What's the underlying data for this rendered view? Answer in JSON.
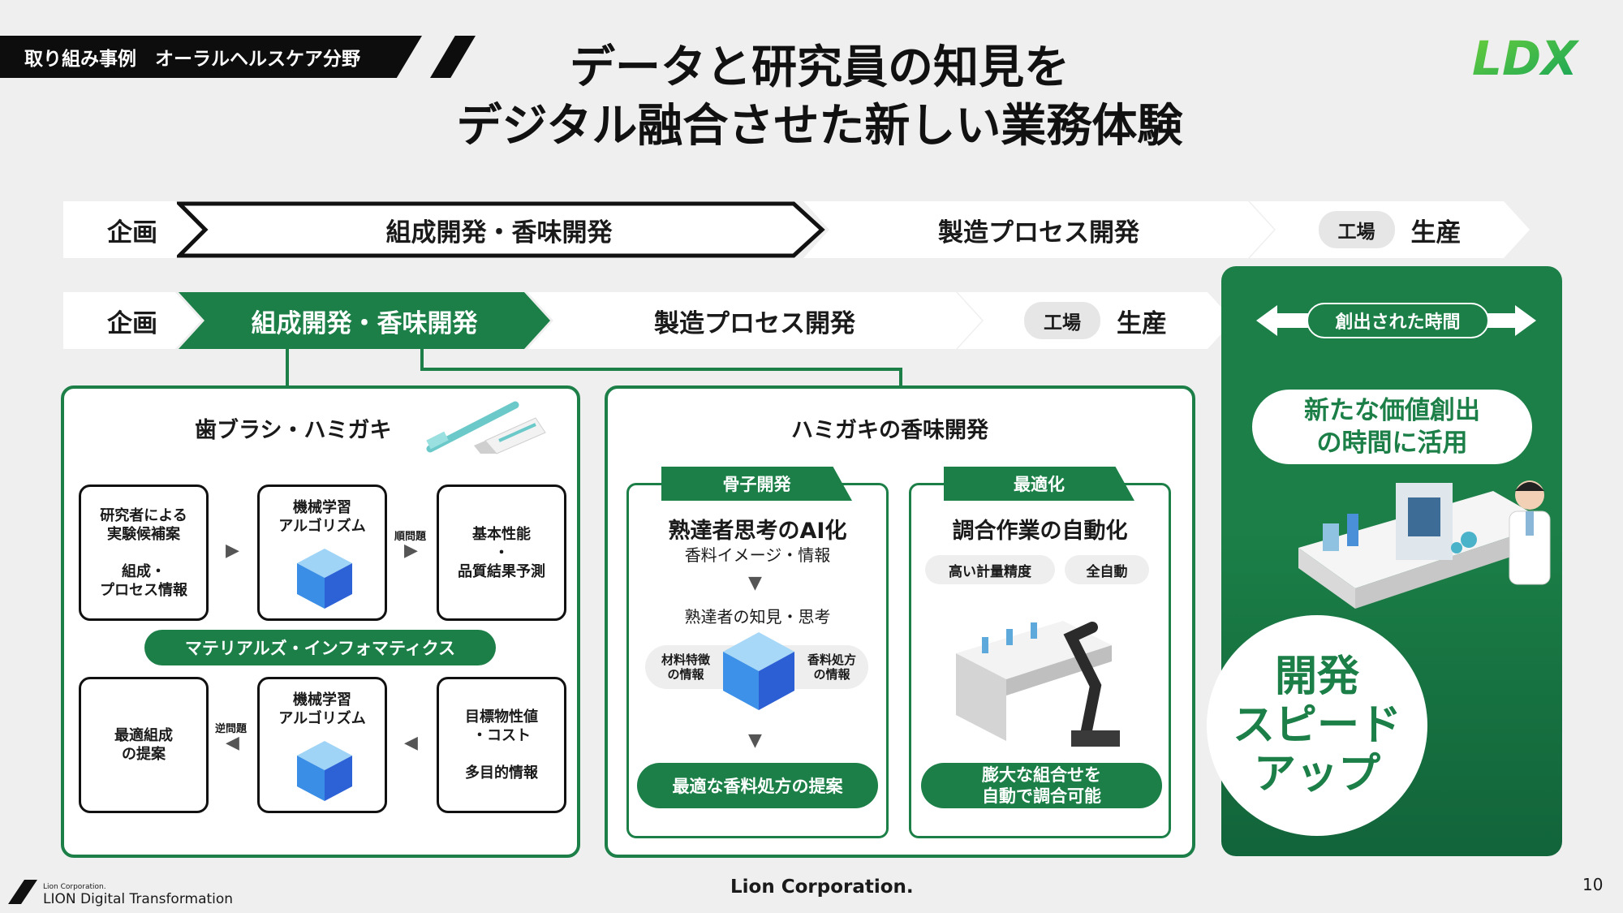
{
  "header": {
    "tag": "取り組み事例　オーラルヘルスケア分野",
    "title_line1": "データと研究員の知見を",
    "title_line2": "デジタル融合させた新しい業務体験",
    "logo": "LDX"
  },
  "flow_old": {
    "plan": "企画",
    "composition": "組成開発・香味開発",
    "process": "製造プロセス開発",
    "factory": "工場",
    "production": "生産"
  },
  "flow_new": {
    "plan": "企画",
    "composition": "組成開発・香味開発",
    "process": "製造プロセス開発",
    "factory": "工場",
    "production": "生産",
    "time_created": "創出された時間"
  },
  "left_panel": {
    "title": "歯ブラシ・ハミガキ",
    "box_researcher": "研究者による\n実験候補案\n\n組成・\nプロセス情報",
    "box_ml_top": "機械学習\nアルゴリズム",
    "forward_label": "順問題",
    "box_performance": "基本性能\n・\n品質結果予測",
    "materials_informatics": "マテリアルズ・インフォマティクス",
    "box_optimal": "最適組成\nの提案",
    "inverse_label": "逆問題",
    "box_ml_bottom": "機械学習\nアルゴリズム",
    "box_target": "目標物性値\n・コスト\n\n多目的情報"
  },
  "middle_panel": {
    "title": "ハミガキの香味開発",
    "skeleton": {
      "tag": "骨子開発",
      "heading": "熟達者思考のAI化",
      "sub": "香料イメージ・情報",
      "knowledge": "熟達者の知見・思考",
      "material_info": "材料特徴\nの情報",
      "formula_info": "香料処方\nの情報",
      "result": "最適な香料処方の提案"
    },
    "optimize": {
      "tag": "最適化",
      "heading": "調合作業の自動化",
      "pill1": "高い計量精度",
      "pill2": "全自動",
      "result": "膨大な組合せを\n自動で調合可能"
    }
  },
  "right_panel": {
    "value_text": "新たな価値創出\nの時間に活用",
    "speed_text": "開発\nスピード\nアップ"
  },
  "footer": {
    "company": "Lion Corporation.",
    "brand_small": "Lion Corporation.",
    "brand": "LION Digital Transformation",
    "page": "10"
  },
  "colors": {
    "accent_green": "#1b7f47",
    "logo_green": "#2bb673",
    "dark": "#111111"
  }
}
